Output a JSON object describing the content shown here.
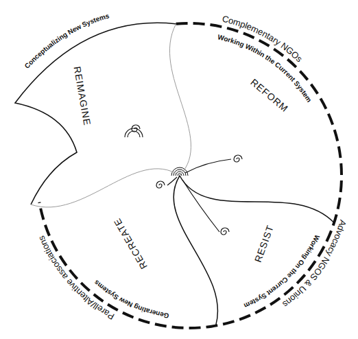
{
  "diagram": {
    "nodes": [
      {
        "text": [
          "REIMAGINE"
        ]
      },
      {
        "text": [
          "REFORM"
        ]
      },
      {
        "text": [
          "RESIST"
        ]
      },
      {
        "text": [
          "RECREATE"
        ]
      }
    ],
    "labels": [
      "Conceptualizing New Systems",
      "Complementary NGOs",
      "Working Within the Current System",
      "Advocacy NGOS & Unions",
      "Working On the Current System",
      "Parell/Altentive associations",
      "Generating New Systems"
    ]
  }
}
